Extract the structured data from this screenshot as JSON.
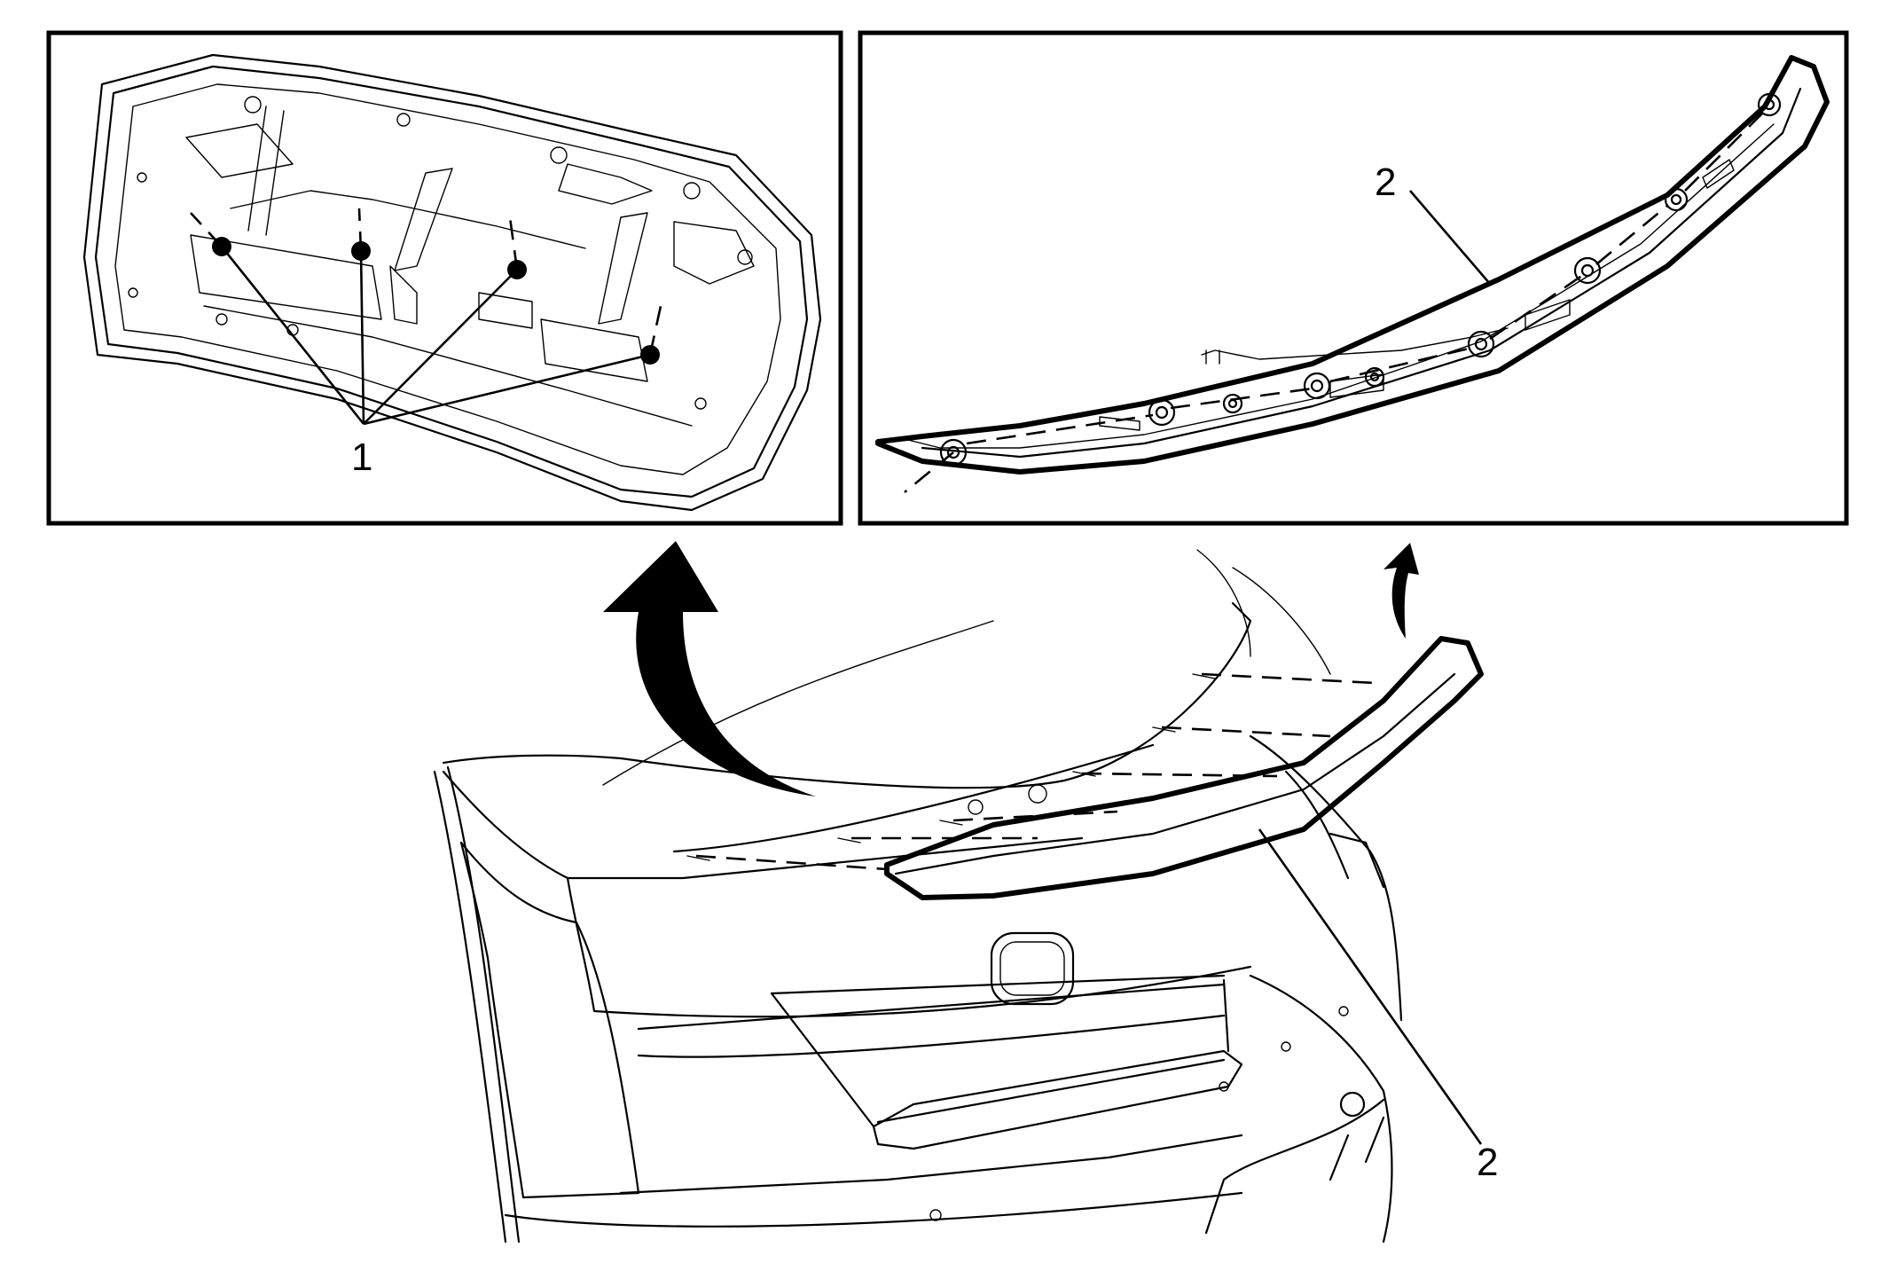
{
  "callouts": {
    "label_1": "1",
    "label_2_detail": "2",
    "label_2_vehicle": "2"
  },
  "colors": {
    "line": "#000000",
    "background": "#ffffff"
  }
}
